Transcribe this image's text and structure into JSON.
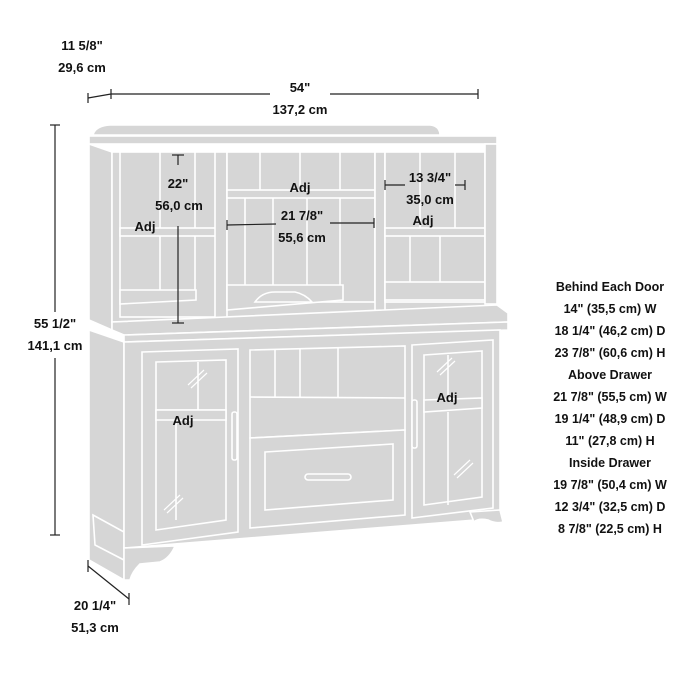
{
  "dimensions": {
    "depth_top": {
      "in": "11 5/8\"",
      "cm": "29,6 cm"
    },
    "width": {
      "in": "54\"",
      "cm": "137,2 cm"
    },
    "height": {
      "in": "55 1/2\"",
      "cm": "141,1 cm"
    },
    "depth_bottom": {
      "in": "20 1/4\"",
      "cm": "51,3 cm"
    },
    "hutch_opening_height": {
      "in": "22\"",
      "cm": "56,0 cm"
    },
    "hutch_center_width": {
      "in": "21 7/8\"",
      "cm": "55,6 cm"
    },
    "hutch_side_width": {
      "in": "13 3/4\"",
      "cm": "35,0 cm"
    }
  },
  "shelf_labels": {
    "hutch_left": "Adj",
    "hutch_center": "Adj",
    "hutch_right": "Adj",
    "door_left": "Adj",
    "door_right": "Adj"
  },
  "specs": {
    "behind_each_door": {
      "title": "Behind Each Door",
      "w": "14\" (35,5 cm) W",
      "d": "18 1/4\" (46,2 cm) D",
      "h": "23 7/8\" (60,6 cm) H"
    },
    "above_drawer": {
      "title": "Above Drawer",
      "w": "21 7/8\" (55,5 cm) W",
      "d": "19 1/4\" (48,9 cm) D",
      "h": "11\" (27,8 cm) H"
    },
    "inside_drawer": {
      "title": "Inside Drawer",
      "w": "19 7/8\" (50,4 cm) W",
      "d": "12 3/4\" (32,5 cm) D",
      "h": "8 7/8\" (22,5 cm) H"
    }
  },
  "colors": {
    "furniture_fill": "#d6d6d6",
    "furniture_line": "#ffffff",
    "dimension_line": "#222222",
    "text": "#111111"
  }
}
